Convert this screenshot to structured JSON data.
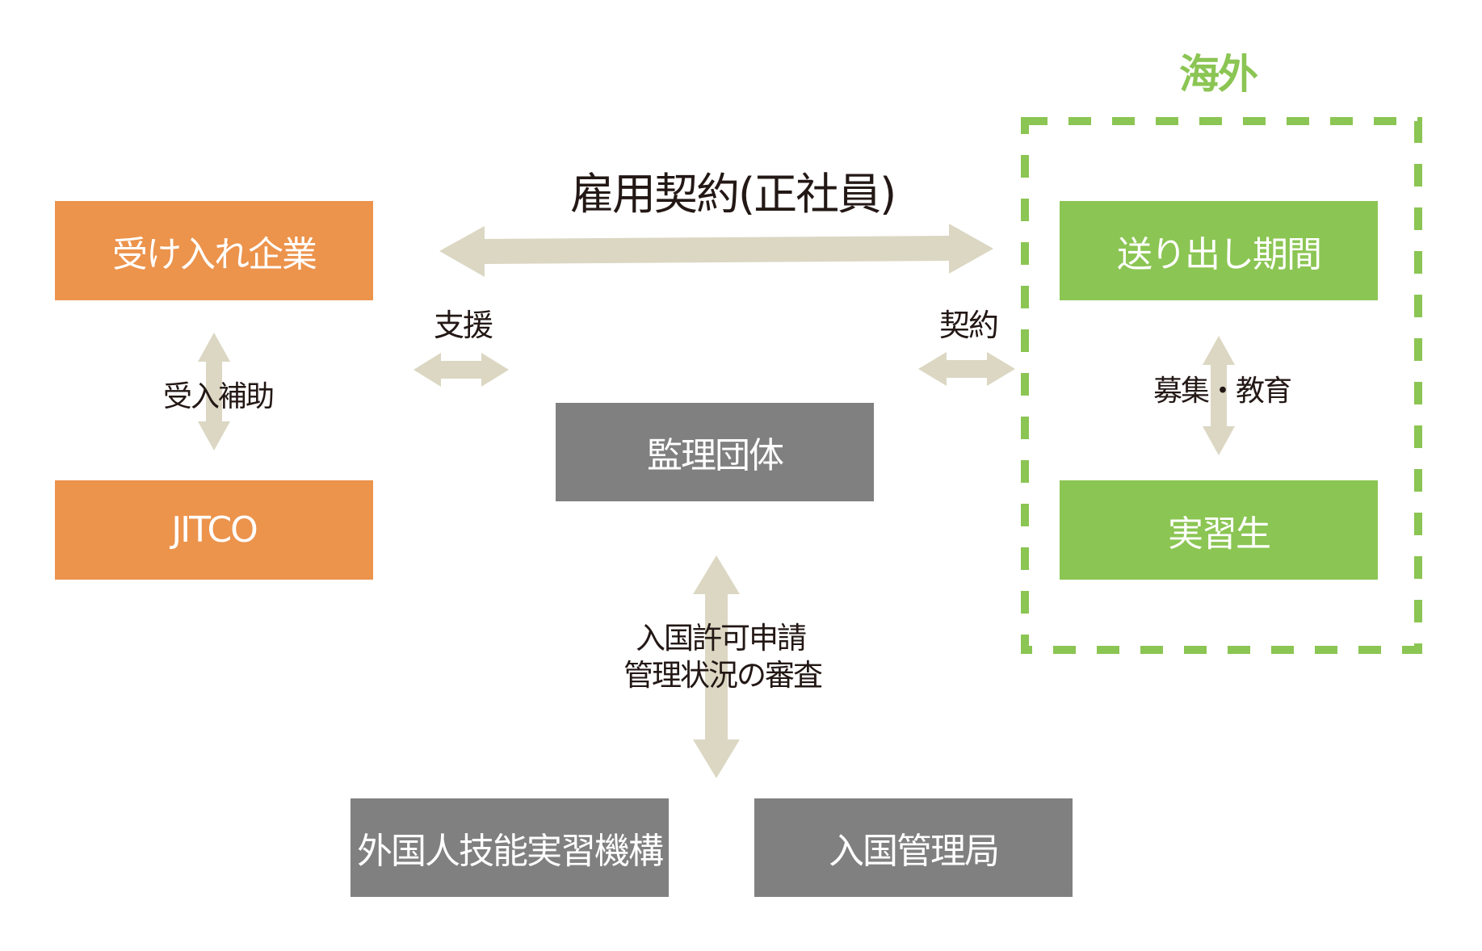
{
  "region": {
    "label": "海外",
    "color": "#8bc553"
  },
  "nodes": {
    "host_company": {
      "label": "受け入れ企業",
      "color": "#ec934c"
    },
    "jitco": {
      "label": "JITCO",
      "color": "#ec934c"
    },
    "supervising_org": {
      "label": "監理団体",
      "color": "#808080"
    },
    "sending_agency": {
      "label": "送り出し期間",
      "color": "#8bc553"
    },
    "trainee": {
      "label": "実習生",
      "color": "#8bc553"
    },
    "otit": {
      "label": "外国人技能実習機構",
      "color": "#808080"
    },
    "immigration": {
      "label": "入国管理局",
      "color": "#808080"
    }
  },
  "edges": {
    "employment": {
      "label": "雇用契約(正社員)",
      "from": "host_company",
      "to": "sending_agency"
    },
    "support": {
      "label": "支援",
      "from": "host_company",
      "to": "supervising_org"
    },
    "contract": {
      "label": "契約",
      "from": "supervising_org",
      "to": "sending_agency"
    },
    "acceptance_aid": {
      "label": "受入補助",
      "from": "host_company",
      "to": "jitco"
    },
    "recruit_educate": {
      "label": "募集・教育",
      "from": "sending_agency",
      "to": "trainee"
    },
    "immigration_review": {
      "lines": [
        "入国許可申請",
        "管理状況の審査"
      ],
      "from": "supervising_org",
      "to": "otit"
    }
  },
  "arrow_color": "#dbd7c3",
  "text_color": "#231815"
}
